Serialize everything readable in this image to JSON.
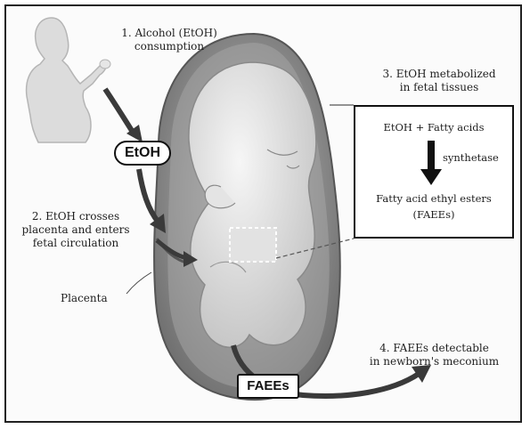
{
  "steps": {
    "step1": [
      "1. Alcohol (EtOH)",
      "consumption"
    ],
    "step2": [
      "2. EtOH crosses",
      "placenta and enters",
      "fetal circulation"
    ],
    "step3": [
      "3. EtOH metabolized",
      "in fetal tissues"
    ],
    "step4": [
      "4. FAEEs detectable",
      "in newborn's meconium"
    ]
  },
  "labels": {
    "placenta": "Placenta",
    "etoh_pill": "EtOH",
    "faees_pill": "FAEEs"
  },
  "reaction": {
    "reactants": "EtOH + Fatty acids",
    "enzyme": "synthetase",
    "product_line1": "Fatty acid ethyl esters",
    "product_line2": "(FAEEs)"
  }
}
